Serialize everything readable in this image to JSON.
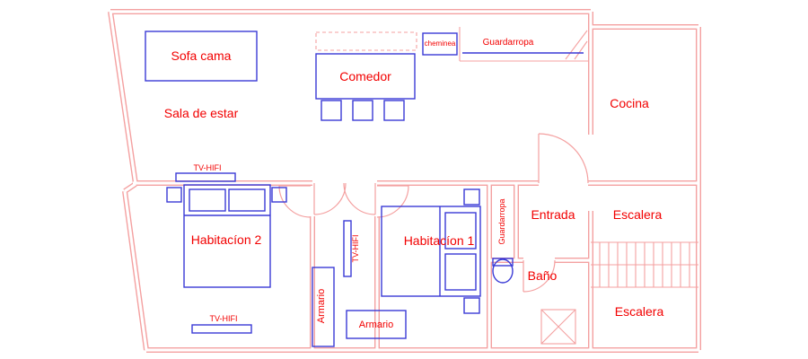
{
  "colors": {
    "wall": "#f4a0a0",
    "furniture": "#3a3ad6",
    "label": "#f20000",
    "background": "#ffffff"
  },
  "labels": {
    "sala_de_estar": "Sala de estar",
    "sofa_cama": "Sofa cama",
    "comedor": "Comedor",
    "cheminea": "cheminea",
    "guardarropa_closet": "Guardarropa",
    "cocina": "Cocina",
    "tv_hifi_living": "TV-HIFI",
    "tv_hifi_bedroom": "TV-HIFI",
    "tv_hifi_corridor": "TV-HIFI",
    "habitacion_2": "Habitacíon 2",
    "habitacion_1": "Habitacíon 1",
    "armario_corridor": "Armario",
    "armario_hall": "Armario",
    "guardarropa_strip": "Guardarropa",
    "entrada": "Entrada",
    "bano": "Baño",
    "escalera_upper": "Escalera",
    "escalera_lower": "Escalera"
  }
}
